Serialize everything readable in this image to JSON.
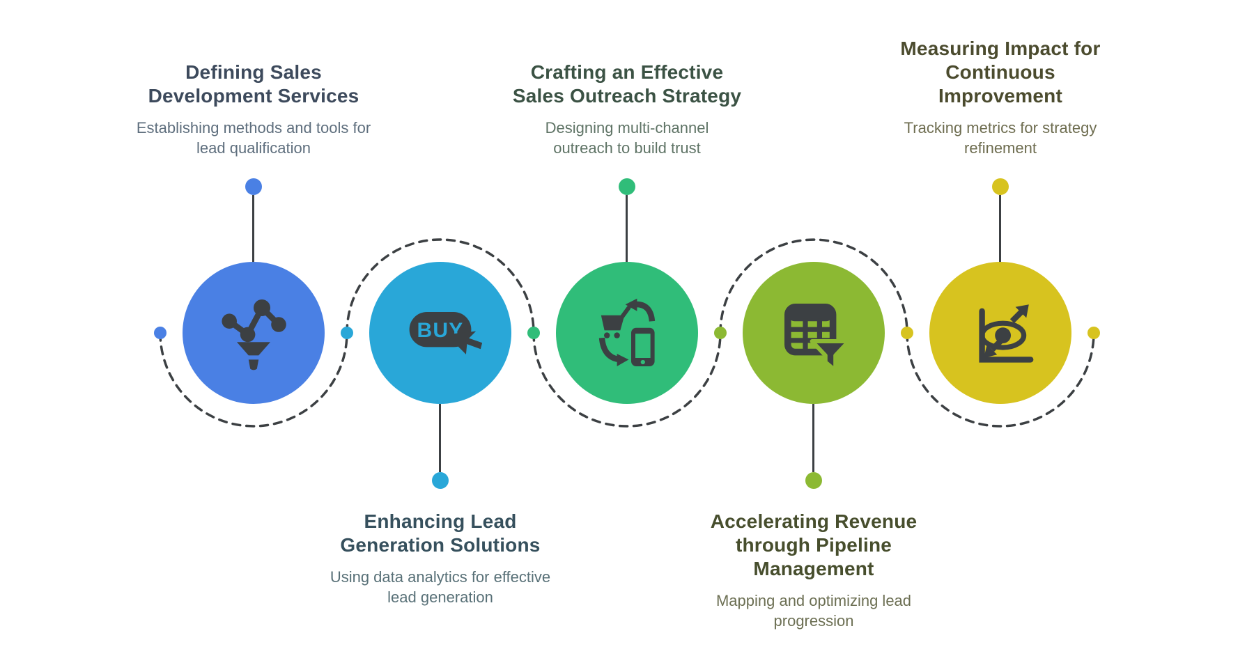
{
  "diagram": {
    "nodes": [
      {
        "title": "Defining Sales Development Services",
        "subtitle": "Establishing methods and tools for lead qualification",
        "color": "#4a80e4",
        "title_color": "#3d4a5c",
        "subtitle_color": "#5e6e7d",
        "icon": "lead-qualification-network-funnel-icon",
        "text_position": "top"
      },
      {
        "title": "Enhancing Lead Generation Solutions",
        "subtitle": "Using data analytics for effective lead generation",
        "color": "#29a7d8",
        "title_color": "#36505d",
        "subtitle_color": "#587077",
        "icon": "buy-button-cursor-icon",
        "icon_label": "BUY",
        "text_position": "bottom"
      },
      {
        "title": "Crafting an Effective Sales Outreach Strategy",
        "subtitle": "Designing multi-channel outreach to build trust",
        "color": "#30bd79",
        "title_color": "#3b5244",
        "subtitle_color": "#5e7365",
        "icon": "cart-phone-sync-icon",
        "text_position": "top"
      },
      {
        "title": "Accelerating Revenue through Pipeline Management",
        "subtitle": "Mapping and optimizing lead progression",
        "color": "#8cb933",
        "title_color": "#474e2d",
        "subtitle_color": "#6c6f53",
        "icon": "pipeline-table-filter-icon",
        "text_position": "bottom"
      },
      {
        "title": "Measuring Impact for Continuous Improvement",
        "subtitle": "Tracking metrics for strategy refinement",
        "color": "#d7c31f",
        "title_color": "#4b4b2e",
        "subtitle_color": "#6e6d50",
        "icon": "chart-eye-growth-icon",
        "text_position": "top"
      }
    ],
    "connector": {
      "dash_color": "#3c4043",
      "stem_color": "#3c4043",
      "icon_color": "#3c4043"
    }
  }
}
